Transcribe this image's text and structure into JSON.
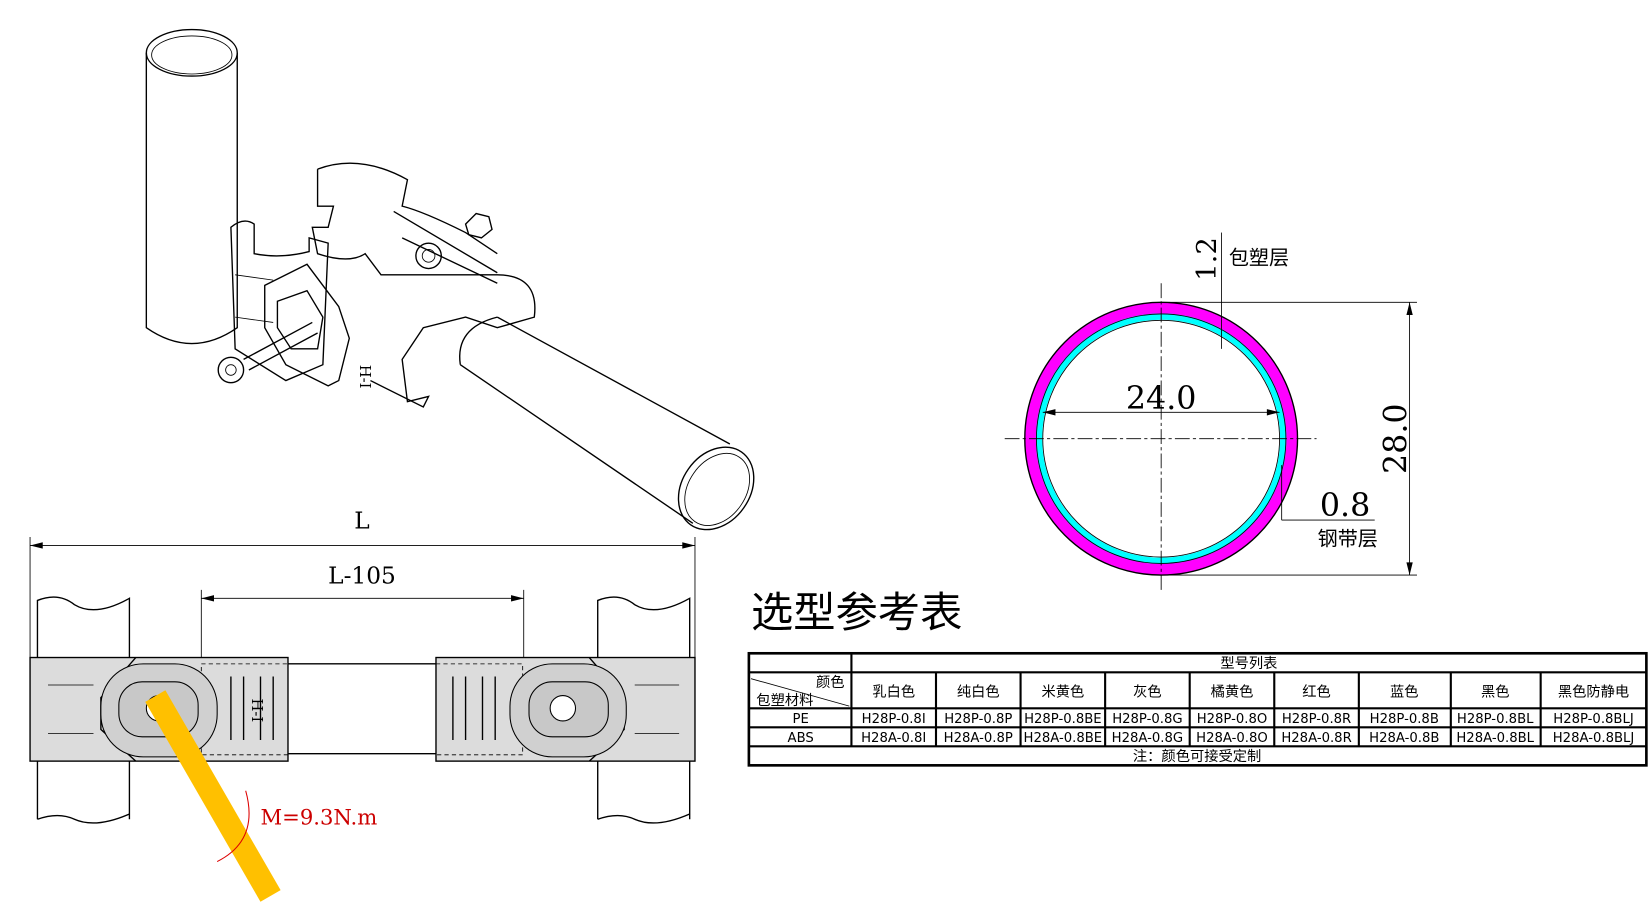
{
  "colors": {
    "coating": "#FF00FF",
    "steel": "#00FFFF",
    "wrench": "#FFC000",
    "plate": "#DCDCDC"
  },
  "front_view": {
    "dim_total": "L",
    "dim_inner": "L-105",
    "torque": "M=9.3N.m"
  },
  "section": {
    "coating_thickness": "1.2",
    "coating_label": "包塑层",
    "inner_diameter": "24.0",
    "outer_diameter": "28.0",
    "steel_thickness": "0.8",
    "steel_label": "钢带层"
  },
  "table": {
    "title": "选型参考表",
    "group_header": "型号列表",
    "corner_top": "颜色",
    "corner_bottom": "包塑材料",
    "colors": [
      "乳白色",
      "纯白色",
      "米黄色",
      "灰色",
      "橘黄色",
      "红色",
      "蓝色",
      "黑色",
      "黑色防静电"
    ],
    "rows": [
      {
        "material": "PE",
        "codes": [
          "H28P-0.8I",
          "H28P-0.8P",
          "H28P-0.8BE",
          "H28P-0.8G",
          "H28P-0.8O",
          "H28P-0.8R",
          "H28P-0.8B",
          "H28P-0.8BL",
          "H28P-0.8BLJ"
        ]
      },
      {
        "material": "ABS",
        "codes": [
          "H28A-0.8I",
          "H28A-0.8P",
          "H28A-0.8BE",
          "H28A-0.8G",
          "H28A-0.8O",
          "H28A-0.8R",
          "H28A-0.8B",
          "H28A-0.8BL",
          "H28A-0.8BLJ"
        ]
      }
    ],
    "note": "注：颜色可接受定制"
  }
}
